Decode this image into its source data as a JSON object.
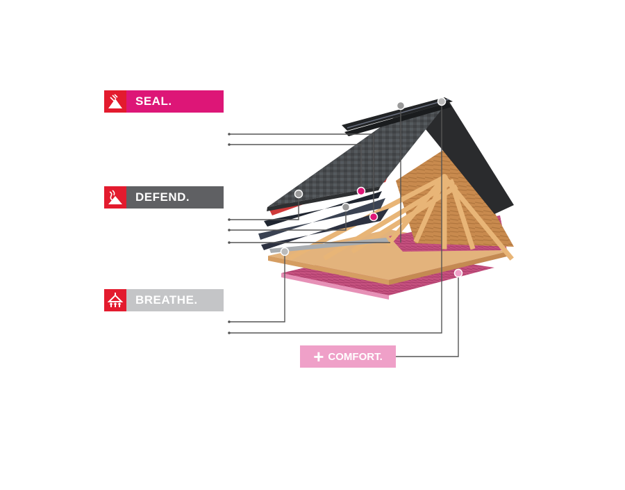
{
  "labels": [
    {
      "id": "seal",
      "text": "SEAL.",
      "icon": "seal-layers-icon",
      "color": "#dd1677"
    },
    {
      "id": "defend",
      "text": "DEFEND.",
      "icon": "defend-shield-icon",
      "color": "#5f6063"
    },
    {
      "id": "breathe",
      "text": "BREATHE.",
      "icon": "breathe-vent-icon",
      "color": "#c4c5c7"
    }
  ],
  "comfort": {
    "plus": "+",
    "text": "COMFORT.",
    "color": "#efa0c8"
  },
  "colors": {
    "icon_bg": "#e31b2e",
    "shingle": "#4a4d50",
    "wood": "#d9a56b",
    "insulation": "#c4507e",
    "underlayment": "#2c3140",
    "callout_line": "#555555",
    "callout_dot_gray": "#9a9a9a",
    "callout_dot_magenta": "#dd1677",
    "callout_dot_pink": "#efa0c8"
  }
}
